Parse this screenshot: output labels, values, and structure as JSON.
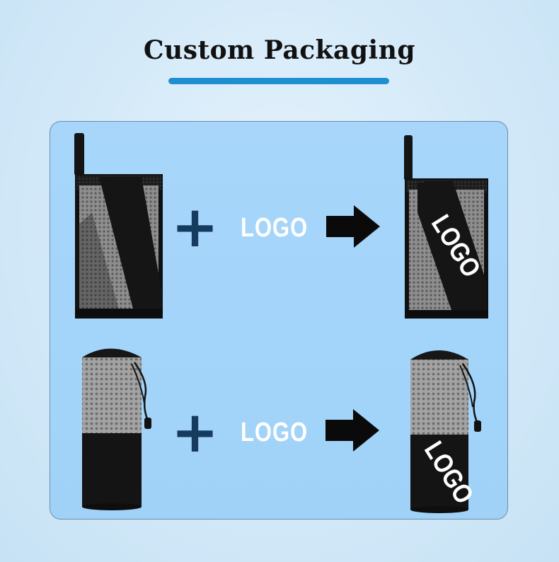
{
  "header": {
    "title": "Custom Packaging",
    "accent_color": "#1f8fd0"
  },
  "rows": [
    {
      "product": "mesh-pouch",
      "plus_label": "+",
      "logo_label": "LOGO",
      "result_logo_label": "LOGO"
    },
    {
      "product": "drawstring-tube-bag",
      "plus_label": "+",
      "logo_label": "LOGO",
      "result_logo_label": "LOGO"
    }
  ],
  "colors": {
    "panel": "#a3d4f9",
    "plus": "#153c5e",
    "bag": "#141414",
    "mesh": "#8a8a8a"
  },
  "icons": [
    "plus-icon",
    "arrow-right-icon"
  ]
}
